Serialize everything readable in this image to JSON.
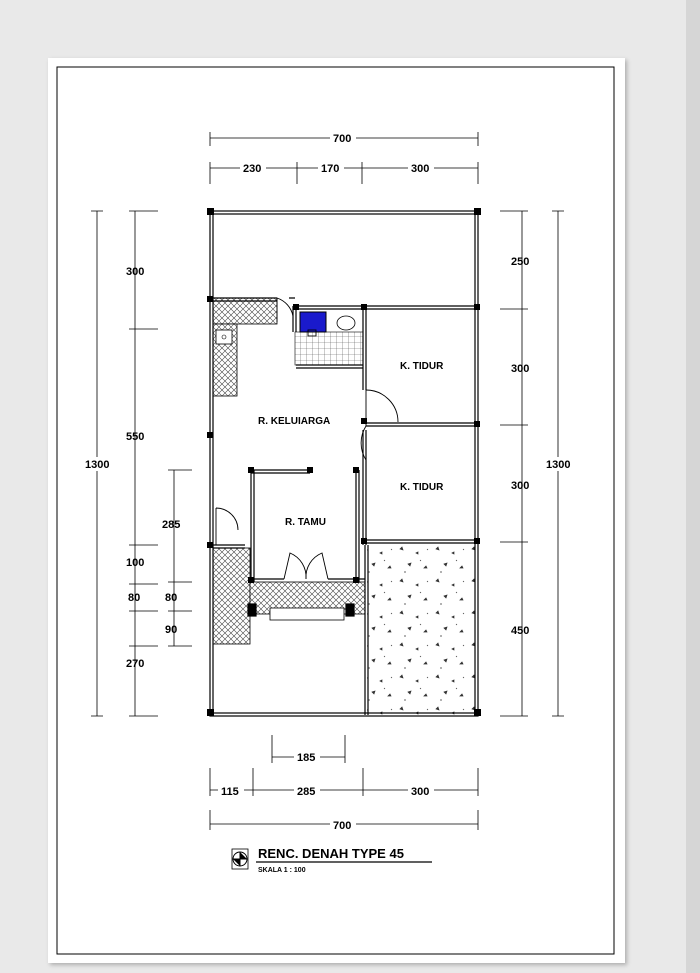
{
  "drawing": {
    "title": "RENC. DENAH TYPE 45",
    "scale": "SKALA 1 : 100",
    "accent_color": "#1a1acc"
  },
  "rooms": {
    "living": "R. KELUIARGA",
    "guest": "R. TAMU",
    "bedroom_1": "K. TIDUR",
    "bedroom_2": "K. TIDUR"
  },
  "dimensions": {
    "top_total": "700",
    "top_a": "230",
    "top_b": "170",
    "top_c": "300",
    "left_a": "300",
    "left_b": "550",
    "left_c": "285",
    "left_d": "100",
    "left_e1": "80",
    "left_e2": "80",
    "left_f": "90",
    "left_g": "270",
    "left_total": "1300",
    "right_a": "250",
    "right_b": "300",
    "right_c": "300",
    "right_d": "450",
    "right_total": "1300",
    "bottom_door": "185",
    "bottom_a": "115",
    "bottom_b": "285",
    "bottom_c": "300",
    "bottom_total": "700"
  }
}
